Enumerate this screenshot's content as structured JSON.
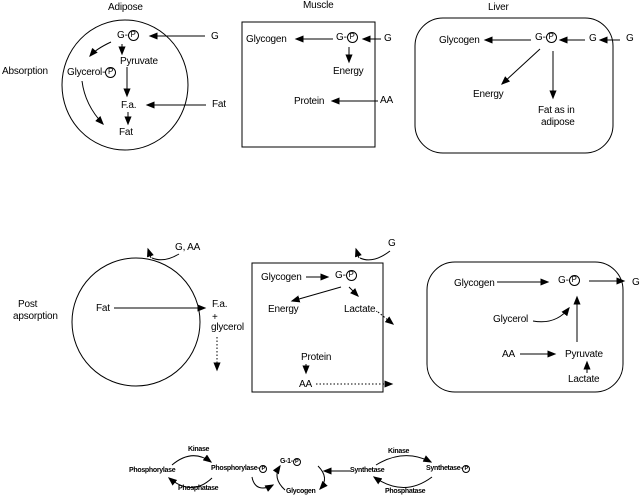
{
  "diagram": {
    "titles": {
      "adipose": "Adipose",
      "muscle": "Muscle",
      "liver": "Liver"
    },
    "row_labels": {
      "absorption": "Absorption",
      "post_line1": "Post",
      "post_line2": "apsorption"
    },
    "absorption": {
      "adipose": {
        "gp_prefix": "G-",
        "gp_p": "P",
        "pyruvate": "Pyruvate",
        "glycerolp_prefix": "Glycerol-",
        "glycerolp_p": "P",
        "fa": "F.a.",
        "fat_inside": "Fat",
        "g_external": "G",
        "fat_external": "Fat"
      },
      "muscle": {
        "glycogen": "Glycogen",
        "gp_prefix": "G-",
        "gp_p": "P",
        "energy": "Energy",
        "protein": "Protein",
        "g_external": "G",
        "aa_external": "AA"
      },
      "liver": {
        "glycogen": "Glycogen",
        "gp_prefix": "G-",
        "gp_p": "P",
        "g_inside": "G",
        "g_external": "G",
        "energy": "Energy",
        "fat_line1": "Fat as in",
        "fat_line2": "adipose"
      }
    },
    "post": {
      "adipose": {
        "fat": "Fat",
        "g_aa": "G, AA",
        "fa": "F.a.",
        "plus": "+",
        "glycerol": "glycerol"
      },
      "muscle": {
        "glycogen": "Glycogen",
        "gp_prefix": "G-",
        "gp_p": "P",
        "energy": "Energy",
        "lactate": "Lactate.",
        "protein": "Protein",
        "aa": "AA",
        "g_external": "G"
      },
      "liver": {
        "glycogen": "Glycogen",
        "gp_prefix": "G-",
        "gp_p": "P",
        "g_external": "G",
        "glycerol": "Glycerol",
        "aa": "AA",
        "pyruvate": "Pyruvate",
        "lactate": "Lactate"
      }
    },
    "enzymes": {
      "phosphorylase_cycle": {
        "inactive": "Phosphorylase",
        "active_prefix": "Phosphorylase-",
        "active_p": "P",
        "kinase": "Kinase",
        "phosphatase": "Phosphatase"
      },
      "glycogen_cycle": {
        "g1p_prefix": "G-1-",
        "g1p_p": "P",
        "glycogen": "Glycogen"
      },
      "synthetase_cycle": {
        "active": "Synthetase",
        "inactive_prefix": "Synthetase-",
        "inactive_p": "P",
        "kinase": "Kinase",
        "phosphatase": "Phosphatase"
      }
    }
  }
}
